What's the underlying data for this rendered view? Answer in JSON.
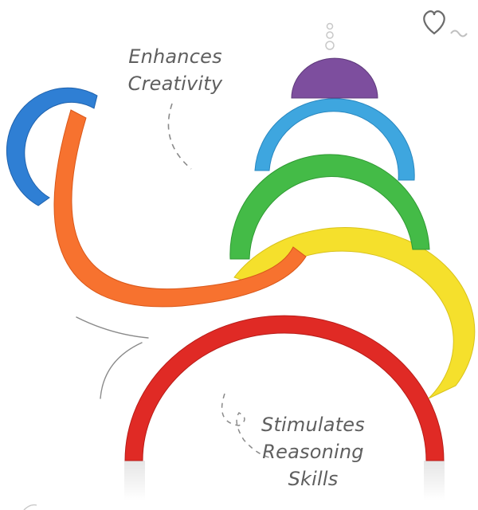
{
  "captions": {
    "creativity": {
      "line1": "Enhances",
      "line2": "Creativity"
    },
    "reasoning": {
      "line1": "Stimulates",
      "line2": "Reasoning",
      "line3": "Skills"
    }
  },
  "colors": {
    "red": "#e02a25",
    "orange": "#f7722f",
    "blue_left": "#2f7fd4",
    "yellow": "#f5e02c",
    "green": "#44bb47",
    "blue_top": "#3ea6df",
    "purple": "#7d4e9e",
    "text": "#5f5f5f",
    "sketch": "#8a8a8a"
  },
  "icons": [
    "heart-icon",
    "bubbles-icon"
  ]
}
